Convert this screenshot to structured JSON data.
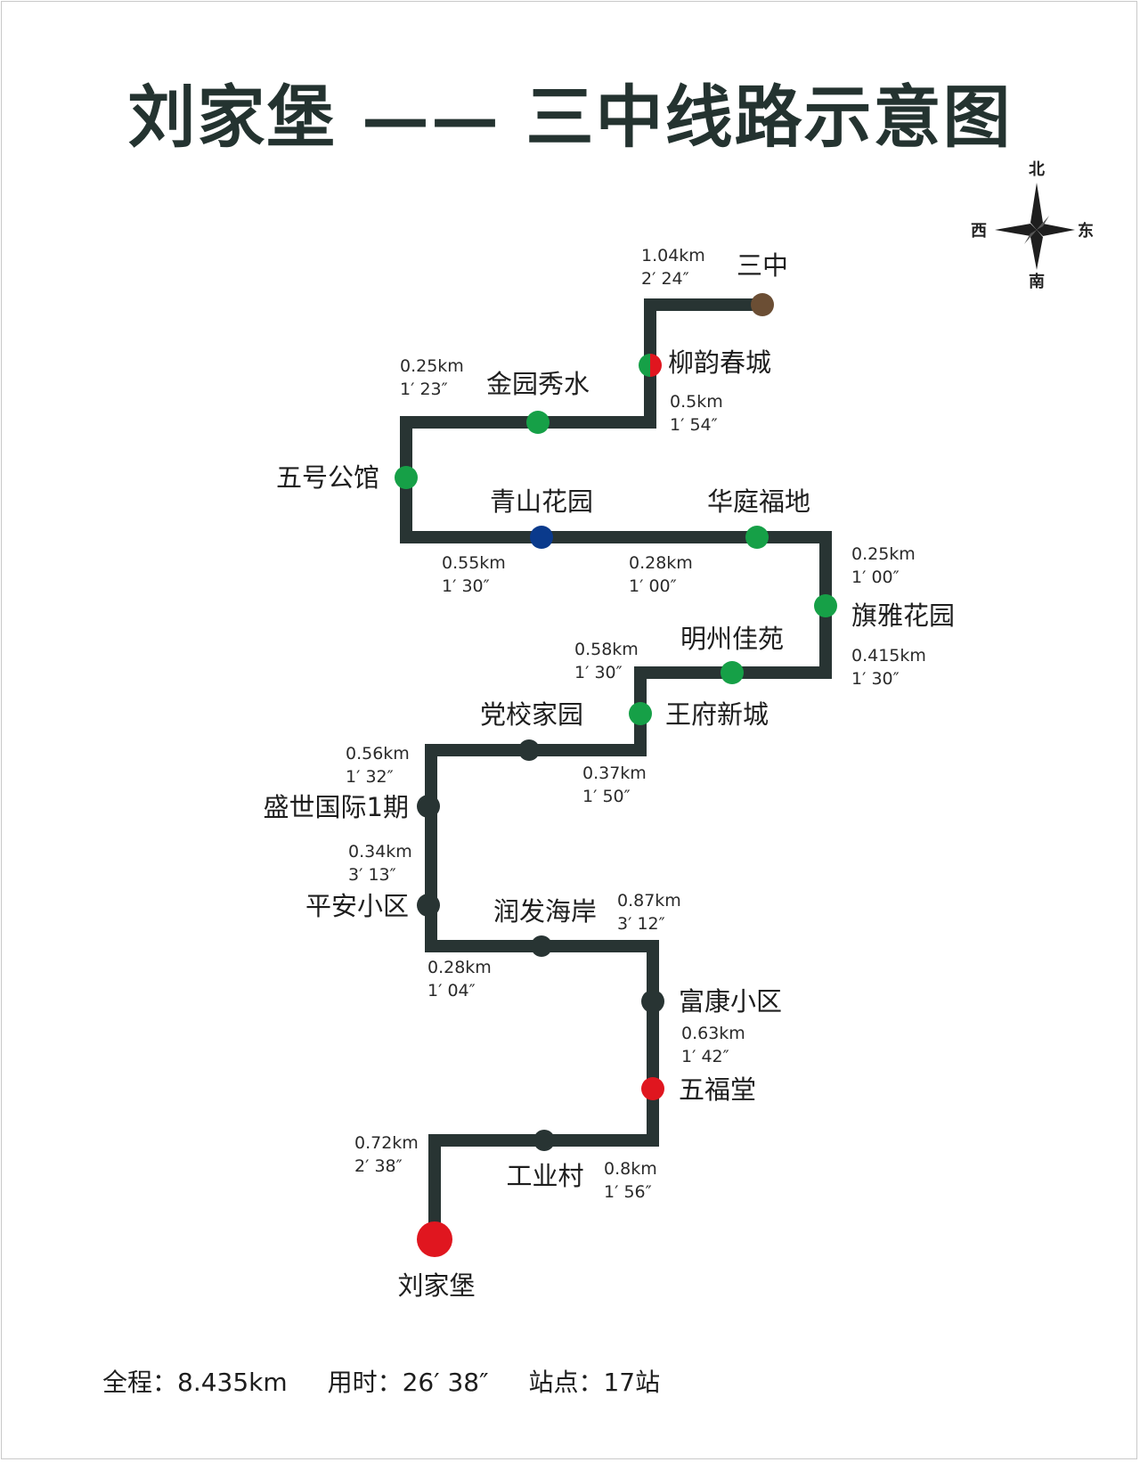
{
  "title": "刘家堡 —— 三中线路示意图",
  "compass": {
    "north": "北",
    "south": "南",
    "east": "东",
    "west": "西"
  },
  "colors": {
    "route_line": "#283433",
    "station_green": "#16a047",
    "station_dark": "#283433",
    "station_blue": "#0a3a8c",
    "station_red": "#e0161f",
    "station_brown": "#6b4e34"
  },
  "stations": [
    {
      "name": "刘家堡",
      "color": "red",
      "terminal": true
    },
    {
      "name": "工业村",
      "color": "dark"
    },
    {
      "name": "五福堂",
      "color": "red"
    },
    {
      "name": "富康小区",
      "color": "dark"
    },
    {
      "name": "润发海岸",
      "color": "dark"
    },
    {
      "name": "平安小区",
      "color": "dark"
    },
    {
      "name": "盛世国际1期",
      "color": "dark"
    },
    {
      "name": "党校家园",
      "color": "dark"
    },
    {
      "name": "王府新城",
      "color": "green"
    },
    {
      "name": "明州佳苑",
      "color": "green"
    },
    {
      "name": "旗雅花园",
      "color": "green"
    },
    {
      "name": "华庭福地",
      "color": "green"
    },
    {
      "name": "青山花园",
      "color": "blue"
    },
    {
      "name": "五号公馆",
      "color": "green"
    },
    {
      "name": "金园秀水",
      "color": "green"
    },
    {
      "name": "柳韵春城",
      "color": "green-red"
    },
    {
      "name": "三中",
      "color": "brown"
    }
  ],
  "segments": [
    {
      "from": "刘家堡",
      "to": "工业村",
      "distance": "0.72km",
      "time": "2′ 38″"
    },
    {
      "from": "工业村",
      "to": "五福堂",
      "distance": "0.8km",
      "time": "1′ 56″"
    },
    {
      "from": "五福堂",
      "to": "富康小区",
      "distance": "0.63km",
      "time": "1′ 42″"
    },
    {
      "from": "富康小区",
      "to": "润发海岸",
      "distance": "0.87km",
      "time": "3′ 12″"
    },
    {
      "from": "润发海岸",
      "to": "平安小区",
      "distance": "0.28km",
      "time": "1′ 04″"
    },
    {
      "from": "平安小区",
      "to": "盛世国际1期",
      "distance": "0.34km",
      "time": "3′ 13″"
    },
    {
      "from": "盛世国际1期",
      "to": "党校家园",
      "distance": "0.56km",
      "time": "1′ 32″"
    },
    {
      "from": "党校家园",
      "to": "王府新城",
      "distance": "0.37km",
      "time": "1′ 50″"
    },
    {
      "from": "王府新城",
      "to": "明州佳苑",
      "distance": "0.58km",
      "time": "1′ 30″"
    },
    {
      "from": "明州佳苑",
      "to": "旗雅花园",
      "distance": "0.415km",
      "time": "1′ 30″"
    },
    {
      "from": "旗雅花园",
      "to": "华庭福地",
      "distance": "0.25km",
      "time": "1′ 00″"
    },
    {
      "from": "华庭福地",
      "to": "青山花园",
      "distance": "0.28km",
      "time": "1′ 00″"
    },
    {
      "from": "青山花园",
      "to": "五号公馆",
      "distance": "0.55km",
      "time": "1′ 30″"
    },
    {
      "from": "五号公馆",
      "to": "金园秀水",
      "distance": "0.25km",
      "time": "1′ 23″"
    },
    {
      "from": "金园秀水",
      "to": "柳韵春城",
      "distance": "0.5km",
      "time": "1′ 54″"
    },
    {
      "from": "柳韵春城",
      "to": "三中",
      "distance": "1.04km",
      "time": "2′ 24″"
    }
  ],
  "summary": {
    "total_distance": "全程：8.435km",
    "total_time": "用时：26′ 38″",
    "stop_count": "站点：17站"
  }
}
